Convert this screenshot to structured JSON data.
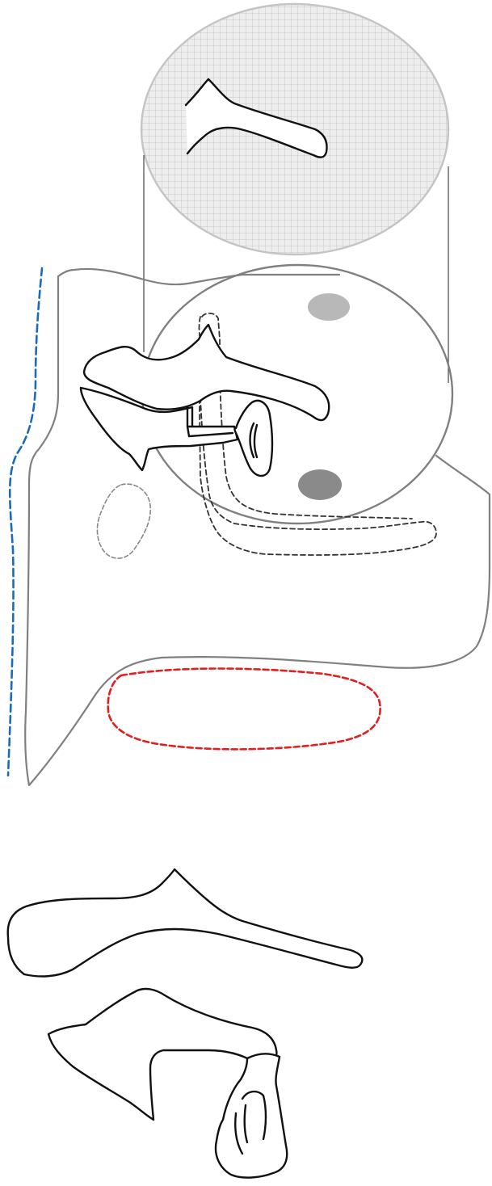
{
  "diagram": {
    "panels": [
      {
        "name": "overview-illustration"
      },
      {
        "name": "detail-outline"
      }
    ],
    "colors": {
      "outline_gray": "#808080",
      "outline_black": "#111111",
      "grid_fill": "#eeeeee",
      "grid_line": "#c8c8c8",
      "blue_dashed": "#1a6bbd",
      "red_dashed": "#e02020",
      "spot_light": "#b8b8b8",
      "spot_dark": "#8a8a8a"
    },
    "features": {
      "grid_detail_ellipse": true,
      "blue_dashed_profile": true,
      "red_dashed_region": true,
      "gray_dashed_region": true,
      "dark_dashed_channel": true,
      "shaded_spots": 2
    }
  }
}
